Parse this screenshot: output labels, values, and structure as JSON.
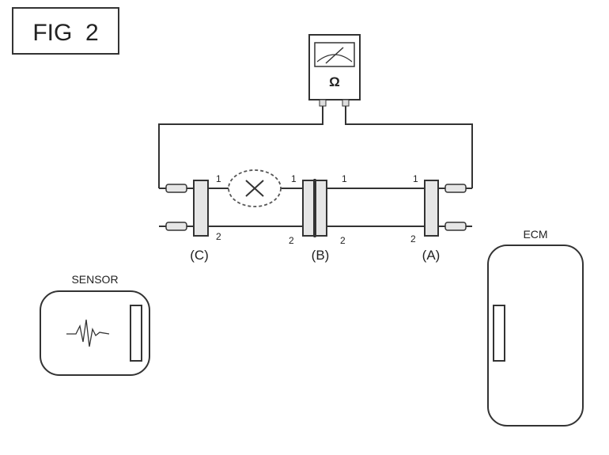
{
  "figure": {
    "title": "FIG  2"
  },
  "meter": {
    "symbol": "Ω"
  },
  "connectors": {
    "c": {
      "label": "(C)",
      "pin1": "1",
      "pin2": "2"
    },
    "b": {
      "label": "(B)",
      "pin1_left": "1",
      "pin1_right": "1",
      "pin2_left": "2",
      "pin2_right": "2"
    },
    "a": {
      "label": "(A)",
      "pin1": "1",
      "pin2": "2"
    }
  },
  "components": {
    "sensor_label": "SENSOR",
    "ecm_label": "ECM"
  },
  "colors": {
    "line": "#333333",
    "connector_fill": "#e6e6e6",
    "dashed": "#555555"
  }
}
